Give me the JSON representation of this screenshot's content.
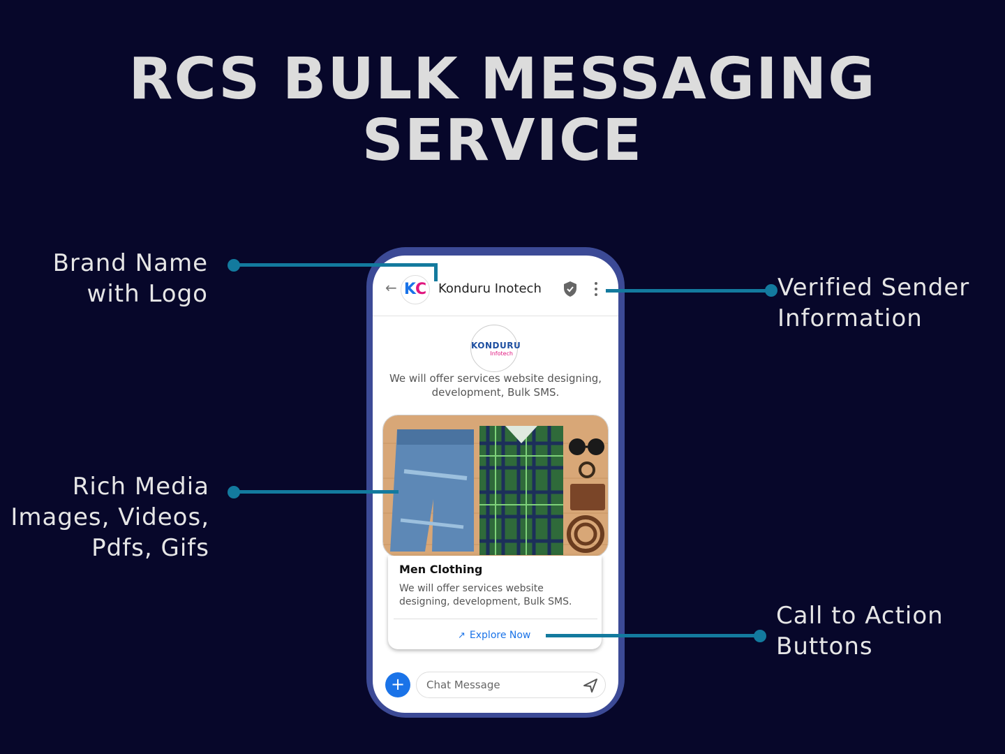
{
  "title_lines": [
    "RCS BULK MESSAGING",
    "SERVICE"
  ],
  "callouts": {
    "brand_name": [
      "Brand Name",
      "with Logo"
    ],
    "rich_media": [
      "Rich Media",
      "Images, Videos,",
      "Pdfs, Gifs"
    ],
    "verified_sender": [
      "Verified Sender",
      "Information"
    ],
    "call_to_action": [
      "Call to Action",
      "Buttons"
    ]
  },
  "colors": {
    "background": "#07072a",
    "accent_line": "#137a9e",
    "phone_frame": "#3c4a96",
    "link_blue": "#1a73e8",
    "brand_pink": "#e0157e"
  },
  "app": {
    "header": {
      "back_icon": "arrow-left-icon",
      "logo_letters": [
        "K",
        "C"
      ],
      "brand_name": "Konduru Inotech",
      "verified_icon": "shield-check-icon",
      "menu_icon": "kebab-menu-icon"
    },
    "profile": {
      "logo_text": "KONDURU",
      "logo_subtext": "Infotech",
      "description": "We will offer services website designing, development, Bulk SMS."
    },
    "card": {
      "image_alt": "jeans-shirt-accessories-image",
      "title": "Men Clothing",
      "description": "We will offer services website designing, development, Bulk SMS.",
      "button_icon": "external-link-icon",
      "button_label": "Explore Now"
    },
    "composer": {
      "add_icon": "plus-icon",
      "placeholder": "Chat Message",
      "send_icon": "send-icon"
    }
  }
}
